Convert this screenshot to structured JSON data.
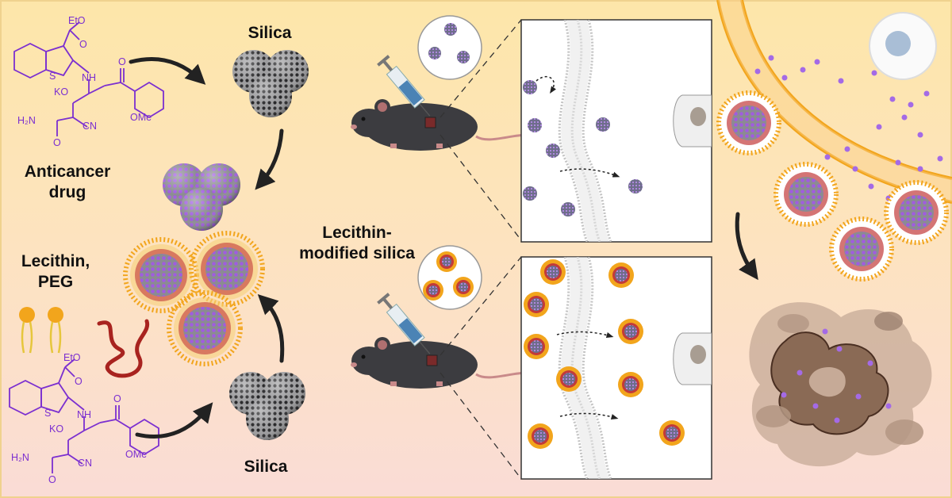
{
  "labels": {
    "silica_top": "Silica",
    "silica_bottom": "Silica",
    "anticancer_line1": "Anticancer",
    "anticancer_line2": "drug",
    "lecithin_peg_line1": "Lecithin,",
    "lecithin_peg_line2": "PEG",
    "lecithin_mod_line1": "Lecithin-",
    "lecithin_mod_line2": "modified silica"
  },
  "chem_top": {
    "ester": "EtO",
    "ester_o": "O",
    "thio_s": "S",
    "nh": "NH",
    "ko": "KO",
    "keto_o": "O",
    "amide_h2n": "H₂N",
    "amide_o": "O",
    "cn": "CN",
    "ome": "OMe"
  },
  "chem_bottom": {
    "ester": "EtO",
    "ester_o": "O",
    "thio_s": "S",
    "nh": "NH",
    "ko": "KO",
    "keto_o": "O",
    "amide_h2n": "H₂N",
    "amide_o": "O",
    "cn": "CN",
    "ome": "OMe"
  },
  "colors": {
    "bg_top": "#fbe3a8",
    "bg_bottom": "#fbe0d8",
    "drug_purple": "#7b2fd0",
    "particle_dark": "#6f6f70",
    "lipid_orange": "#f2a51c",
    "peg_red": "#a8231f",
    "mouse": "#3c3c40",
    "tumor": "#8a6a55"
  }
}
